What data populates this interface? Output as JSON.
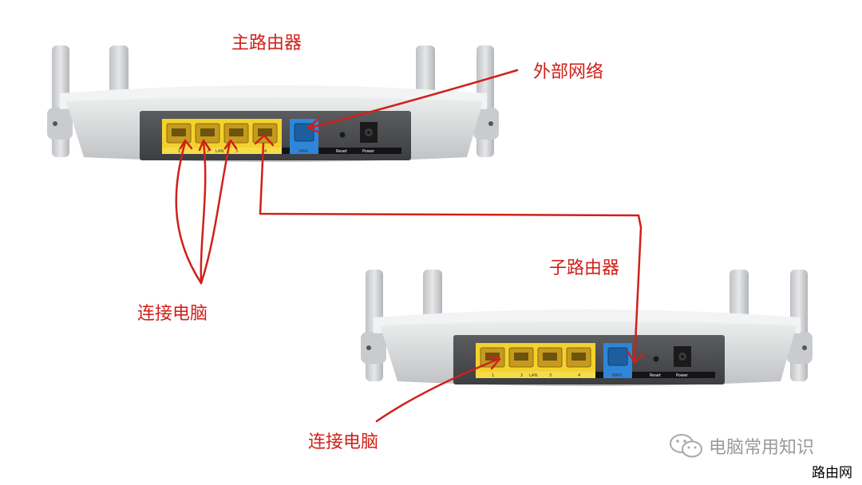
{
  "labels": {
    "main_router": "主路由器",
    "external_network": "外部网络",
    "connect_pc_top": "连接电脑",
    "sub_router": "子路由器",
    "connect_pc_bottom": "连接电脑"
  },
  "router_port_labels": {
    "lan_numbers": [
      "1",
      "2",
      "3",
      "4"
    ],
    "lan": "LAN",
    "wan": "WAN",
    "reset": "Reset",
    "power": "Power"
  },
  "watermark": {
    "icon": "wechat-icon",
    "text": "电脑常用知识"
  },
  "corner_mark": "路由网",
  "colors": {
    "annotation_red": "#d0201a",
    "lan_yellow": "#f3d22e",
    "wan_blue": "#2f86d8",
    "router_body": "#d9dadc",
    "panel_dark": "#45474a"
  }
}
